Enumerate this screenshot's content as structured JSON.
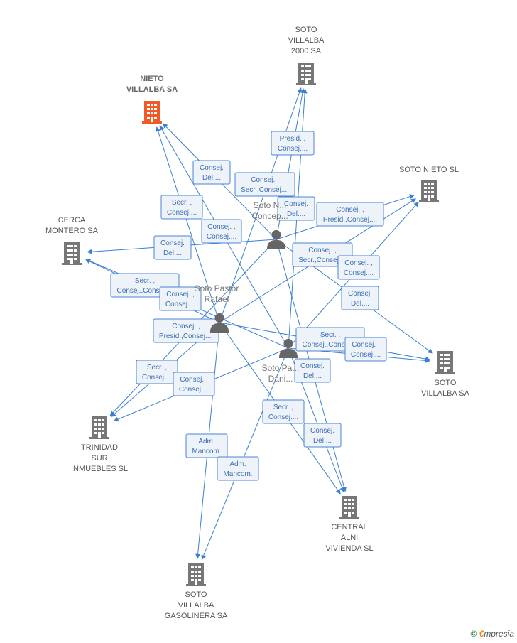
{
  "companies": [
    {
      "id": "nieto",
      "lines": [
        "NIETO",
        "VILLALBA SA"
      ],
      "main": true
    },
    {
      "id": "sv2000",
      "lines": [
        "SOTO",
        "VILLALBA",
        "2000 SA"
      ]
    },
    {
      "id": "sotonieto",
      "lines": [
        "SOTO NIETO SL"
      ]
    },
    {
      "id": "cerca",
      "lines": [
        "CERCA",
        "MONTERO SA"
      ]
    },
    {
      "id": "sotovillalba",
      "lines": [
        "SOTO",
        "VILLALBA SA"
      ]
    },
    {
      "id": "trinidad",
      "lines": [
        "TRINIDAD",
        "SUR",
        "INMUEBLES SL"
      ]
    },
    {
      "id": "central",
      "lines": [
        "CENTRAL",
        "ALNI",
        "VIVIENDA SL"
      ]
    },
    {
      "id": "gasolinera",
      "lines": [
        "SOTO",
        "VILLALBA",
        "GASOLINERA SA"
      ]
    }
  ],
  "persons": [
    {
      "id": "p1",
      "lines": [
        "Soto N...",
        "Concep..."
      ]
    },
    {
      "id": "p2",
      "lines": [
        "Soto Pastor",
        "Rafael"
      ]
    },
    {
      "id": "p3",
      "lines": [
        "Soto Pa...",
        "Dani..."
      ]
    }
  ],
  "edge_labels": [
    {
      "lines": [
        "Presid. ,",
        "Consej...."
      ]
    },
    {
      "lines": [
        "Consej.",
        "Del...."
      ]
    },
    {
      "lines": [
        "Consej. ,",
        "Secr.,Consej...."
      ]
    },
    {
      "lines": [
        "Secr. ,",
        "Consej...."
      ]
    },
    {
      "lines": [
        "Consej.",
        "Del...."
      ]
    },
    {
      "lines": [
        "Consej. ,",
        "Presid.,Consej...."
      ]
    },
    {
      "lines": [
        "Consej. ,",
        "Consej...."
      ]
    },
    {
      "lines": [
        "Consej.",
        "Del...."
      ]
    },
    {
      "lines": [
        "Consej. ,",
        "Secr.,Consej...."
      ]
    },
    {
      "lines": [
        "Consej. ,",
        "Consej...."
      ]
    },
    {
      "lines": [
        "Secr. ,",
        "Consej.,Consej...."
      ]
    },
    {
      "lines": [
        "Consej. ,",
        "Consej...."
      ]
    },
    {
      "lines": [
        "Consej.",
        "Del...."
      ]
    },
    {
      "lines": [
        "Consej. ,",
        "Presid.,Consej...."
      ]
    },
    {
      "lines": [
        "Secr. ,",
        "Consej.,Consej...."
      ]
    },
    {
      "lines": [
        "Consej. ,",
        "Consej...."
      ]
    },
    {
      "lines": [
        "Secr. ,",
        "Consej...."
      ]
    },
    {
      "lines": [
        "Consej. ,",
        "Consej...."
      ]
    },
    {
      "lines": [
        "Consej.",
        "Del...."
      ]
    },
    {
      "lines": [
        "Secr. ,",
        "Consej...."
      ]
    },
    {
      "lines": [
        "Consej.",
        "Del...."
      ]
    },
    {
      "lines": [
        "Adm.",
        "Mancom."
      ]
    },
    {
      "lines": [
        "Adm.",
        "Mancom."
      ]
    }
  ],
  "footer": {
    "copyright": "©",
    "brand_e": "€",
    "brand_rest": "mpresia"
  },
  "colors": {
    "main_company": "#f05a28",
    "company": "#777777",
    "person": "#666666",
    "edge": "#3b7fd4"
  }
}
